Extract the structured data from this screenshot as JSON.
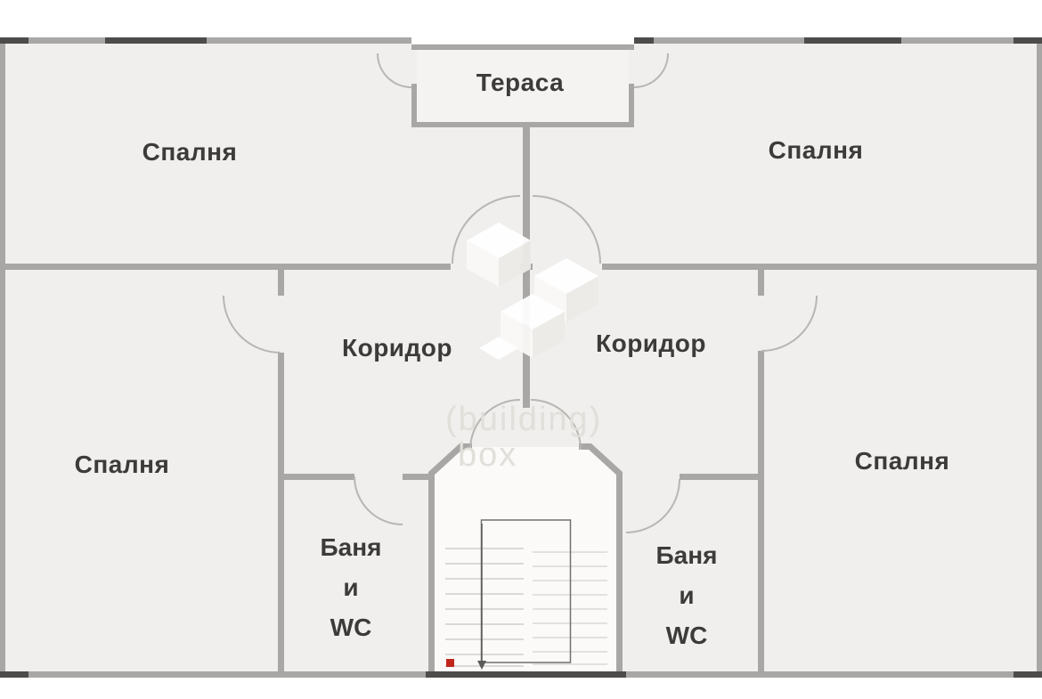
{
  "floorplan": {
    "labels": {
      "terrace": "Тераса",
      "bedroom_top_left": "Спалня",
      "bedroom_top_right": "Спалня",
      "corridor_left": "Коридор",
      "corridor_right": "Коридор",
      "bedroom_mid_left": "Спалня",
      "bedroom_mid_right": "Спалня",
      "bath_left": {
        "l1": "Баня",
        "l2": "и",
        "l3": "WC"
      },
      "bath_right": {
        "l1": "Баня",
        "l2": "и",
        "l3": "WC"
      }
    },
    "watermark": {
      "brand_line1": "(building)",
      "brand_line2": "box"
    },
    "colors": {
      "wall_gray": "#a8a7a5",
      "window_dark": "#4d4c4b",
      "room_fill": "#f0efed",
      "label_text": "#3d3b3a",
      "watermark_text": "#e1dfda",
      "door_arc": "#b8b6b3",
      "stair_accent_red": "#c2251c",
      "stair_arrow": "#5a5a5a"
    }
  }
}
